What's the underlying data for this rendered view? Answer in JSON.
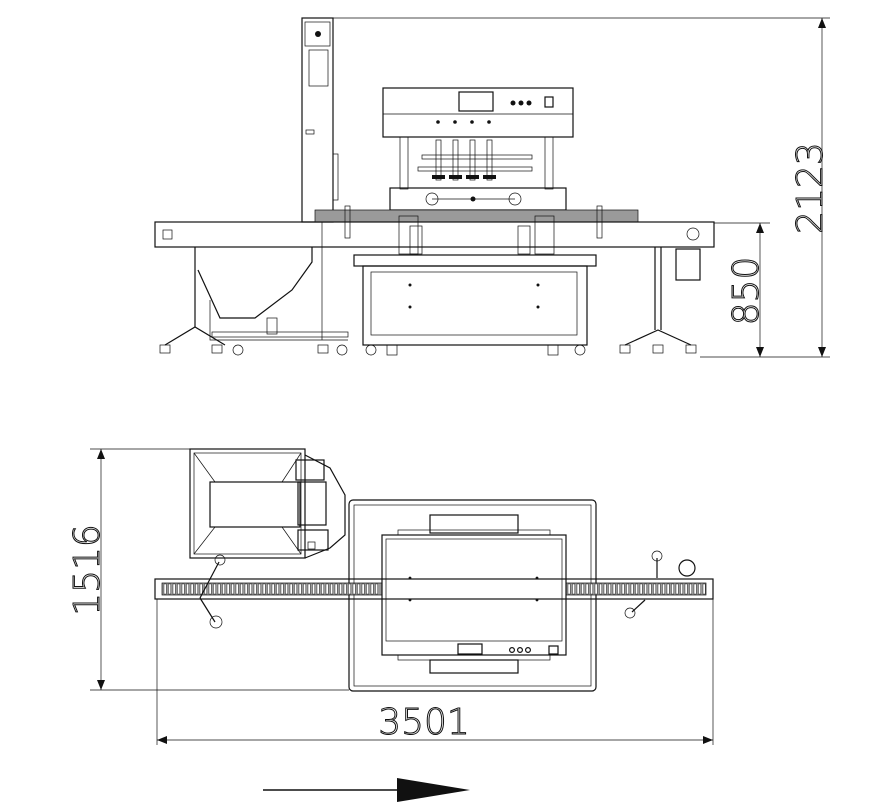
{
  "drawing": {
    "front_view": {
      "dimensions": {
        "overall_height": "2123",
        "conveyor_height": "850"
      }
    },
    "top_view": {
      "dimensions": {
        "overall_depth": "1516",
        "overall_length": "3501"
      }
    },
    "flow_direction": "right-arrow",
    "line_color": "#111111",
    "background": "#ffffff"
  }
}
